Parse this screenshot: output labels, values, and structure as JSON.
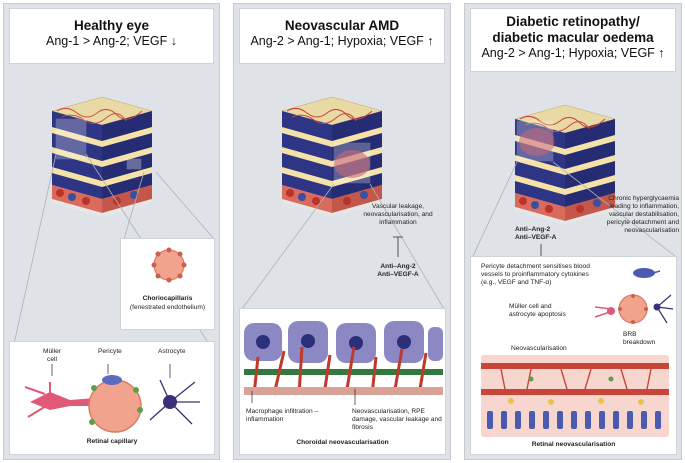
{
  "panels": [
    {
      "title": "Healthy eye",
      "subtitle": "Ang-1 > Ang-2; VEGF ↓",
      "inset_title": "Choriocapillaris",
      "inset_subtitle": "(fenestrated endothelium)",
      "bottom_caption": "Retinal capillary",
      "labels": {
        "muller": "Müller cell",
        "pericyte": "Pericyte",
        "astrocyte": "Astrocyte"
      }
    },
    {
      "title": "Neovascular AMD",
      "subtitle": "Ang-2 > Ang-1; Hypoxia; VEGF ↑",
      "effect_text": "Vascular leakage, neovascularisation, and inflammation",
      "drug_line1": "Anti–Ang-2",
      "drug_line2": "Anti–VEGF-A",
      "macrophage_text": "Macrophage infiltration – inflammation",
      "neo_text": "Neovascularisation, RPE damage, vascular leakage and fibrosis",
      "bottom_caption": "Choroidal neovascularisation"
    },
    {
      "title_line1": "Diabetic retinopathy/",
      "title_line2": "diabetic macular oedema",
      "subtitle": "Ang-2 > Ang-1; Hypoxia; VEGF ↑",
      "chronic_text": "Chronic hyperglycaemia leading to inflammation, vascular destabilisation, pericyte detachment and neovascularisation",
      "drug_line1": "Anti–Ang-2",
      "drug_line2": "Anti–VEGF-A",
      "pericyte_text": "Pericyte detachment sensitises blood vessels to proinflammatory cytokines (e.g., VEGF and TNF-α)",
      "muller_text": "Müller cell and astrocyte apoptosis",
      "brb_text": "BRB breakdown",
      "neo_label": "Neovascularisation",
      "bottom_caption": "Retinal neovascularisation"
    }
  ],
  "colors": {
    "panel_bg": "#dfe3e7",
    "retina_blue": "#2f3585",
    "retina_yellow": "#f4e2a8",
    "vessel_red": "#c8453a",
    "cell_pink": "#f2a38e",
    "neuron_purple": "#7a6fb5"
  }
}
